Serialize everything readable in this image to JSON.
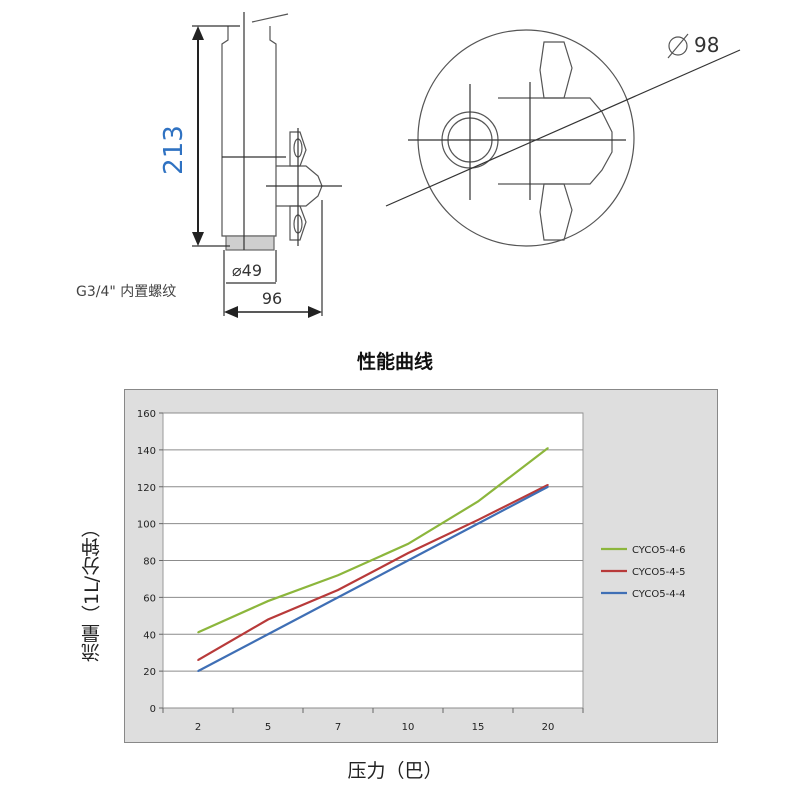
{
  "drawing": {
    "dim_height": "213",
    "dim_diameter_inner": "⌀49",
    "dim_width": "96",
    "thread_note": "G3/4\" 内置螺纹",
    "dim_diameter_outer": "98"
  },
  "chart_data": {
    "type": "line",
    "title": "性能曲线",
    "xlabel": "压力（巴）",
    "ylabel": "流量（1L/分钟）",
    "categories": [
      "2",
      "5",
      "7",
      "10",
      "15",
      "20"
    ],
    "ylim": [
      0,
      160
    ],
    "yticks": [
      "0",
      "20",
      "40",
      "60",
      "80",
      "100",
      "120",
      "140",
      "160"
    ],
    "grid": true,
    "legend_position": "right",
    "series": [
      {
        "name": "CYCO5-4-6",
        "color": "#8cb63c",
        "values": [
          41,
          58,
          72,
          89,
          112,
          141
        ]
      },
      {
        "name": "CYCO5-4-5",
        "color": "#b83a3a",
        "values": [
          26,
          48,
          64,
          84,
          102,
          121
        ]
      },
      {
        "name": "CYCO5-4-4",
        "color": "#3f6fb5",
        "values": [
          20,
          40,
          60,
          80,
          100,
          120
        ]
      }
    ]
  }
}
